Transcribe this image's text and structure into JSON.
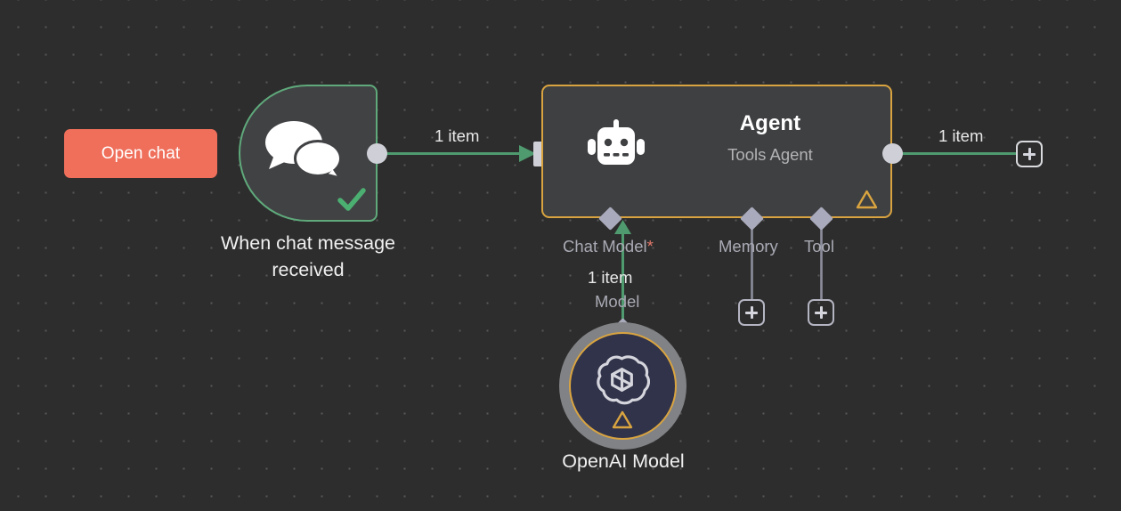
{
  "canvas": {
    "background_color": "#2d2d2d",
    "grid_dot_color": "#585858"
  },
  "open_chat_button": {
    "label": "Open chat",
    "color": "#ef6f5b"
  },
  "trigger_node": {
    "name": "When chat message received",
    "icon": "chat-bubbles-icon",
    "status_icon": "check-icon",
    "border_color": "#5fa97b",
    "body_color": "#414244"
  },
  "agent_node": {
    "title": "Agent",
    "subtitle": "Tools Agent",
    "icon": "robot-icon",
    "status_icon": "warning-triangle-icon",
    "border_color": "#d9a440",
    "body_color": "#3f4042",
    "ports": [
      {
        "label": "Chat Model",
        "required_marker": "*",
        "name": "chat-model"
      },
      {
        "label": "Memory",
        "required_marker": "",
        "name": "memory"
      },
      {
        "label": "Tool",
        "required_marker": "",
        "name": "tool"
      }
    ]
  },
  "openai_node": {
    "name": "OpenAI Model",
    "icon": "openai-logo-icon",
    "status_icon": "warning-triangle-icon",
    "ring_color": "#d9a440",
    "body_color": "#31334a"
  },
  "connections": {
    "trigger_to_agent_label": "1 item",
    "agent_to_output_label": "1 item",
    "model_to_agent_label": "1 item",
    "model_to_agent_sublabel": "Model",
    "line_color": "#4f9a6e"
  },
  "add_buttons": {
    "memory_label": "+",
    "tool_label": "+",
    "output_label": "+"
  }
}
